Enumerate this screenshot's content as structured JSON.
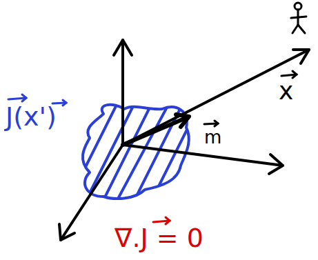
{
  "diagram": {
    "labels": [
      "J(x')",
      "m",
      "x",
      "∇.J = 0"
    ]
  }
}
